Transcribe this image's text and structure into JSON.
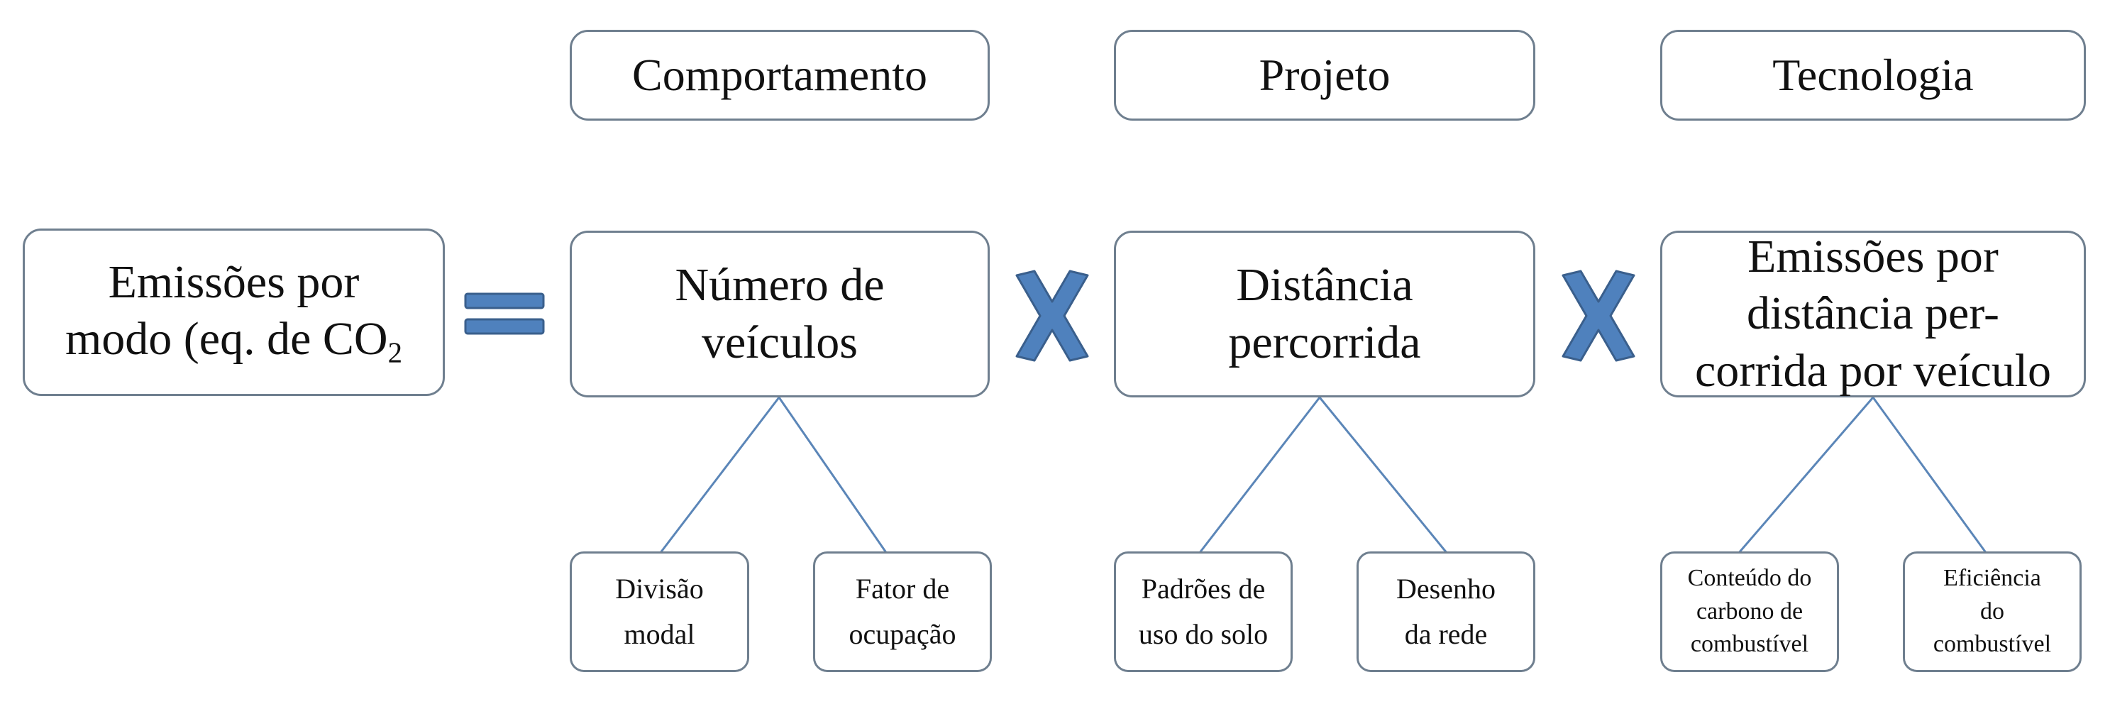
{
  "categories": {
    "behavior": "Comportamento",
    "design": "Projeto",
    "technology": "Tecnologia"
  },
  "emissions_box": {
    "line1": "Emissões por",
    "line2": "modo (eq. de CO",
    "subscript": "2"
  },
  "vehicles_box": {
    "line1": "Número de",
    "line2": "veículos"
  },
  "distance_box": {
    "line1": "Distância",
    "line2": "percorrida"
  },
  "emissions_per_distance_box": {
    "line1": "Emissões por",
    "line2": "distância per-",
    "line3": "corrida por veículo"
  },
  "factors": {
    "modal_split": {
      "line1": "Divisão",
      "line2": "modal"
    },
    "occupancy": {
      "line1": "Fator de",
      "line2": "ocupação"
    },
    "land_use": {
      "line1": "Padrões de",
      "line2": "uso do solo"
    },
    "network": {
      "line1": "Desenho",
      "line2": "da rede"
    },
    "carbon_content": {
      "line1": "Conteúdo do",
      "line2": "carbono de",
      "line3": "combustível"
    },
    "fuel_efficiency": {
      "line1": "Eficiência",
      "line2": "do",
      "line3": "combustível"
    }
  },
  "colors": {
    "operator_fill": "#4f81bd",
    "operator_stroke": "#3a5f8c",
    "box_border": "#6f7f8f",
    "connector": "#5b86b8"
  }
}
